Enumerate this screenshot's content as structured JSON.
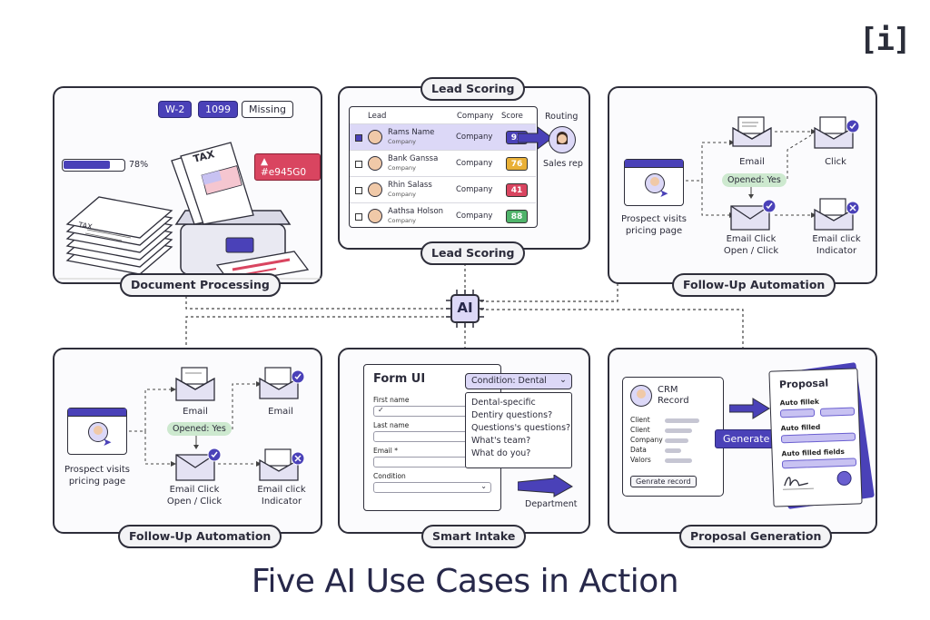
{
  "title": "Five AI Use Cases in Action",
  "brand_mark": "[i]",
  "hub_label": "AI",
  "colors": {
    "accent": "#4a41b8",
    "light_accent": "#c8c2f2",
    "border": "#2e2e3a",
    "alert_red": "#d94560",
    "text_dark": "#27284a"
  },
  "document_processing": {
    "label": "Document Processing",
    "tags": [
      "W-2",
      "1099",
      "Missing"
    ],
    "progress_text": "78%",
    "progress_value": 0.78,
    "alert_text": "#e945G0",
    "paper_header": "TAX",
    "stack_header": "TAX"
  },
  "lead_scoring": {
    "top_label": "Lead Scoring",
    "bottom_label": "Lead Scoring",
    "columns": [
      "Lead",
      "Company",
      "Score"
    ],
    "routing_label": "Routing",
    "sales_rep_label": "Sales rep",
    "rows": [
      {
        "name": "Rams Name",
        "sub": "Company",
        "company": "Company",
        "score": "92",
        "color": "#4a41b8"
      },
      {
        "name": "Bank Ganssa",
        "sub": "Company",
        "company": "Company",
        "score": "76",
        "color": "#e9b036"
      },
      {
        "name": "Rhin Salass",
        "sub": "Company",
        "company": "Company",
        "score": "41",
        "color": "#d94560"
      },
      {
        "name": "Aathsa Holson",
        "sub": "Company",
        "company": "Company",
        "score": "88",
        "color": "#4fb36a"
      }
    ]
  },
  "follow_up": {
    "label": "Follow-Up Automation",
    "prospect_label_1": "Prospect visits",
    "prospect_label_2": "pricing page",
    "email_label": "Email",
    "opened_label": "Opened: Yes",
    "email_click_label_1": "Email Click",
    "email_click_label_2": "Open / Click",
    "click_label": "Click",
    "indicator_label_1": "Email click",
    "indicator_label_2": "Indicator"
  },
  "follow_up_bottom": {
    "label": "Follow-Up Automation",
    "prospect_label_1": "Prospect visits",
    "prospect_label_2": "pricing page",
    "email_label": "Email",
    "email2_label": "Email",
    "opened_label": "Opened: Yes",
    "email_click_label_1": "Email Click",
    "email_click_label_2": "Open / Click",
    "indicator_label_1": "Email click",
    "indicator_label_2": "Indicator"
  },
  "smart_intake": {
    "label": "Smart Intake",
    "form_title": "Form UI",
    "condition_select": "Condition: Dental",
    "fields": [
      "First name",
      "Last name",
      "Email *",
      "Condition"
    ],
    "options": [
      "Dental-specific",
      "Dentiry questions?",
      "Questions's questions?",
      "What's team?",
      "What do you?"
    ],
    "department_label": "Department"
  },
  "proposal": {
    "label": "Proposal Generation",
    "crm_title_1": "CRM",
    "crm_title_2": "Record",
    "crm_fields": [
      "Client",
      "Client",
      "Company",
      "Data",
      "Valors"
    ],
    "crm_button": "Genrate record",
    "generate_button": "Generate",
    "doc_title": "Proposal",
    "doc_fields": [
      "Auto fillek",
      "Auto filled",
      "Auto filled fields"
    ]
  }
}
